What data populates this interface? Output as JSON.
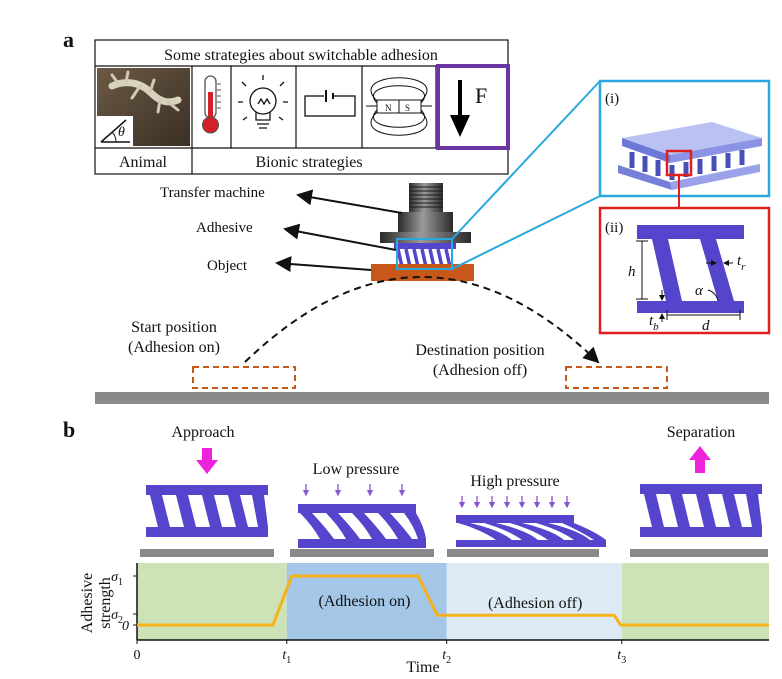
{
  "panel_a": {
    "label": "a",
    "table": {
      "title": "Some strategies about switchable adhesion",
      "animal_label": "Animal",
      "bionic_label": "Bionic strategies",
      "angle_symbol": "θ",
      "force_symbol": "F",
      "icons": [
        "gecko-photo",
        "thermometer-icon",
        "light-bulb-icon",
        "battery-icon",
        "magnet-field-icon",
        "force-arrow-icon"
      ]
    },
    "labels": {
      "transfer_machine": "Transfer machine",
      "adhesive": "Adhesive",
      "object": "Object",
      "start_line1": "Start position",
      "start_line2": "(Adhesion on)",
      "dest_line1": "Destination position",
      "dest_line2": "(Adhesion off)"
    },
    "inset_i": {
      "label": "(i)"
    },
    "inset_ii": {
      "label": "(ii)",
      "h": "h",
      "t": "t",
      "r": "r",
      "b": "b",
      "alpha": "α",
      "d": "d"
    },
    "colors": {
      "cyan": "#29a8e0",
      "red": "#e0201f",
      "purple": "#7a3ea0",
      "adhesive": "#5544cc",
      "object": "#c8581a",
      "track": "#8a8a8a"
    }
  },
  "panel_b": {
    "label": "b",
    "stages": [
      "Approach",
      "Low pressure",
      "High pressure",
      "Separation"
    ],
    "arrow_color": "#ee22dd"
  },
  "chart_data": {
    "type": "line",
    "ylabel_line1": "Adhesive",
    "ylabel_line2": "strength",
    "xlabel": "Time",
    "x_ticks": [
      "0",
      "t",
      "t",
      "t"
    ],
    "x_tick_subs": [
      "",
      "1",
      "2",
      "3"
    ],
    "y_ticks": [
      "σ",
      "σ",
      "0"
    ],
    "y_tick_subs": [
      "1",
      "2",
      ""
    ],
    "region_labels": [
      "(Adhesion on)",
      "(Adhesion off)"
    ],
    "region_colors": [
      "#cde3b7",
      "#a4c7e8",
      "#ddeaf6",
      "#cde3b7"
    ],
    "line_color": "#f7b21b",
    "series": [
      {
        "x": [
          0.0,
          0.215,
          0.245,
          0.445,
          0.475,
          0.755,
          0.765,
          1.0
        ],
        "y": [
          0.0,
          0.0,
          1.0,
          1.0,
          0.2,
          0.2,
          0.0,
          0.0
        ]
      }
    ]
  }
}
